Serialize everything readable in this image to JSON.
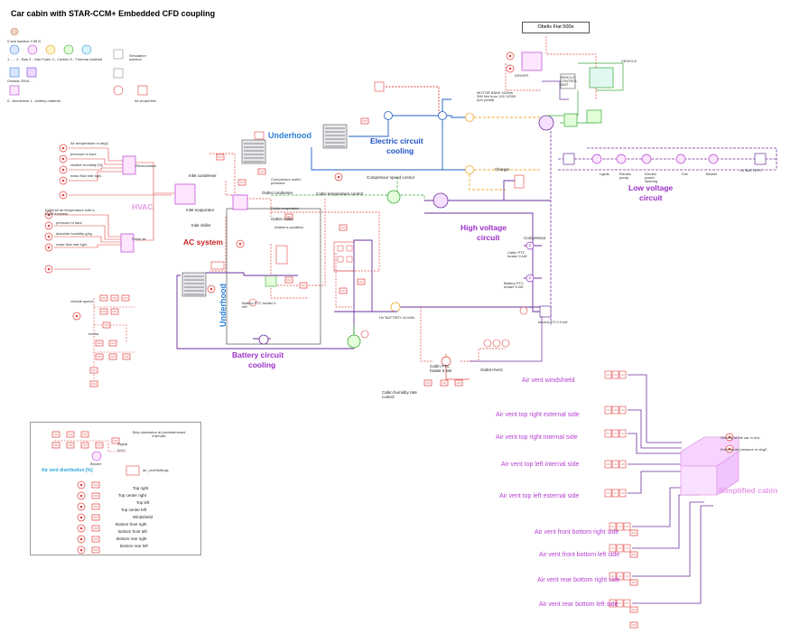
{
  "title": "Car cabin with STAR-CCM+ Embedded CFD coupling",
  "vehicle_box": "Obelix Fiat 500e",
  "sections": {
    "underhood_top": "Underhood",
    "electric_circuit": [
      "Electric circuit",
      "cooling"
    ],
    "low_voltage": [
      "Low voltage",
      "circuit"
    ],
    "high_voltage": [
      "High voltage",
      "circuit"
    ],
    "hvac": "HVAC",
    "ac_system": "AC system",
    "underhood_left": "Underhood",
    "battery_circuit": [
      "Battery circuit",
      "cooling"
    ],
    "simplified_cabin": "Simplified cabin"
  },
  "component_labels": {
    "inlet_condenser": "Inlet condenser",
    "outlet_condenser": "Outlet condenser",
    "inlet_evaporator": "Inlet evaporator",
    "inlet_chiller": "Inlet chiller",
    "outlet_chiller": "Outlet chiller",
    "outlet_evaporator": "Outlet evaporator",
    "compressor_speed_control": "Compressor speed control",
    "cabin_temperature_control": "Cabin temperature control",
    "charger": "Charger",
    "compressor": "Compressor",
    "cabin_ptc_heater_small": "Cabin PTC heater 5 kW",
    "battery_ptc_heater": "Battery PTC heater 5 kW",
    "battery_ptc_heater_left": "Battery PTC heater 6 kW",
    "hv_battery": "HV BATTERY 24 kWh",
    "cabin_ptc_heater": "Cabin PTC heater 5 kW",
    "outlet_hvac": "Outlet HVAC",
    "cabin_humidity": "Cabin humidity rate control",
    "motor": "MOTOR 83kW 162Nm 396 Nm from 100 12000 rpm (shaft)",
    "lv_battery": "LV BATTERY",
    "recirculation": "Recirculation",
    "fresh_air": "Fresh air",
    "vehicle": "VEHICLE",
    "vehicle_control_unit": "VEHICLE CONTROL UNIT",
    "driver": "DRIVER",
    "ambient_condition": "Ambient condition",
    "compressor_outlet_pressure": "Compressor outlet pressure",
    "electric_ps": "electric PS 0.9 kW",
    "vehicle_speed": "Vehicle speed",
    "inertia": "Inertia",
    "blower": "Blower",
    "lv_items": [
      "Lights",
      "Electric pump",
      "Electric power steering",
      "Fan",
      "Blower"
    ],
    "airvent_settings": "air_ventSettings",
    "velocity_in": "Velocity of the car in m/s",
    "external_pressure": "External air pressure in degC",
    "step_simulation": "Step simulation at predetermined intervals",
    "cabin_ptc_comp": "Cabin PTC heater 5 kW",
    "battery_ptc_comp": "Battery PTC heater 5 kW"
  },
  "hvac_inputs": [
    "Air temperature in degC",
    "pressure in bars",
    "relative humidity [%]",
    "mass flow rate kg/s"
  ],
  "hvac_inputs2": [
    "External air temperature with a slight increase",
    "pressure in bars",
    "absolute humidity g/kg",
    "mass flow rate kg/s"
  ],
  "legend_small": [
    "0 stat inactive   0 lift N",
    "1 - ...  2 - Bas 3 - Gas Foam 4 - Carbon 5 - Thermal material",
    "Outside 200K...",
    "0 - Aluminium 1 - battery material",
    "Air properties",
    "Simulation solution"
  ],
  "legend_title": "Air vent distribution [%]",
  "legend_items": [
    "Top right",
    "Top center right",
    "Top left",
    "Top center left",
    "Windshield",
    "Bottom front right",
    "Bottom front left",
    "Bottom rear right",
    "Bottom rear left"
  ],
  "legend_extra": [
    "Signal",
    "DYO",
    "Blower"
  ],
  "air_vents": [
    "Air vent windshield",
    "Air vent top right external side",
    "Air vent top right internal side",
    "Air vent top left internal side",
    "Air vent top left external side",
    "Air vent front bottom right side",
    "Air vent front bottom left side",
    "Air vent rear bottom right side",
    "Air vent rear bottom left side"
  ],
  "colors": {
    "red": "#e0413e",
    "pink": "#e69ae8",
    "purple": "#6b2f9c",
    "blue": "#1f5fc7",
    "orange": "#f0a830",
    "green": "#38a838"
  }
}
